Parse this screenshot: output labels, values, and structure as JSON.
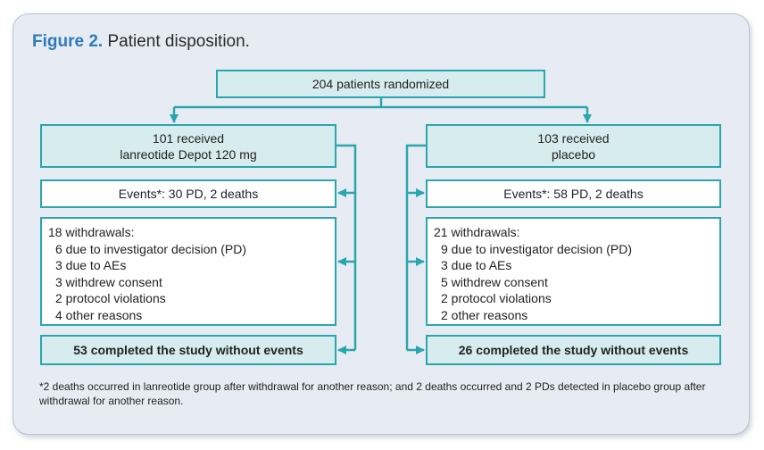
{
  "figure": {
    "label": "Figure 2.",
    "title": "Patient disposition."
  },
  "top_box": "204 patients randomized",
  "left": {
    "received_line1": "101 received",
    "received_line2": "lanreotide Depot 120 mg",
    "events": "Events*: 30 PD, 2 deaths",
    "withdrawals_head": "18 withdrawals:",
    "withdrawals": [
      "6 due to investigator decision (PD)",
      "3 due to AEs",
      "3 withdrew consent",
      "2 protocol violations",
      "4 other reasons"
    ],
    "completed": "53 completed the study without events"
  },
  "right": {
    "received_line1": "103 received",
    "received_line2": "placebo",
    "events": "Events*: 58 PD, 2 deaths",
    "withdrawals_head": "21 withdrawals:",
    "withdrawals": [
      "9 due to investigator decision (PD)",
      "3 due to AEs",
      "5 withdrew consent",
      "2 protocol violations",
      "2 other reasons"
    ],
    "completed": "26 completed the study without events"
  },
  "footnote": "*2 deaths occurred in lanreotide group after withdrawal for another reason; and 2 deaths occurred and 2 PDs detected in placebo group after withdrawal for another reason.",
  "colors": {
    "connector": "#2aa7ad",
    "box_fill": "#d6ecef",
    "panel": "#e7ebf4",
    "figure_label": "#2f7ab8"
  }
}
